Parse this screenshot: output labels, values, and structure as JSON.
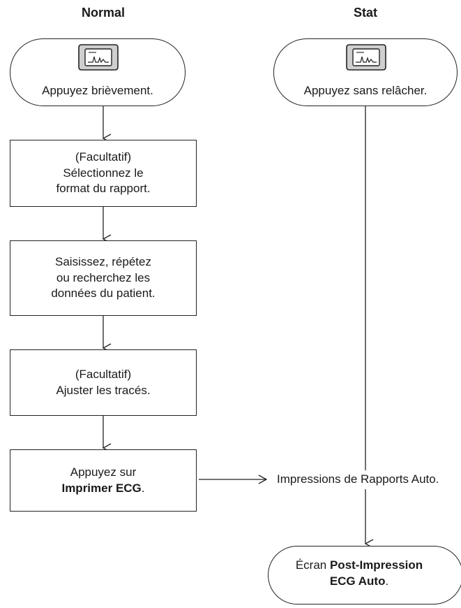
{
  "columns": {
    "normal": {
      "title": "Normal"
    },
    "stat": {
      "title": "Stat"
    }
  },
  "normal_start": {
    "icon": "ecg-key-icon",
    "text": "Appuyez brièvement."
  },
  "stat_start": {
    "icon": "ecg-key-icon",
    "text": "Appuyez sans relâcher."
  },
  "steps": [
    {
      "lines": [
        "(Facultatif)",
        "Sélectionnez le",
        "format du rapport."
      ]
    },
    {
      "lines": [
        "Saisissez, répétez",
        "ou recherchez les",
        "données du patient."
      ]
    },
    {
      "lines": [
        "(Facultatif)",
        "Ajuster les tracés."
      ]
    },
    {
      "line1": "Appuyez sur",
      "bold": "Imprimer ECG",
      "suffix": "."
    }
  ],
  "auto_print": {
    "text": "Impressions de Rapports Auto."
  },
  "end_screen": {
    "prefix": "Écran ",
    "bold1": "Post-Impression",
    "bold2": "ECG Auto",
    "suffix": "."
  },
  "colors": {
    "stroke": "#222222",
    "key_fill": "#cfcfcf",
    "key_screen": "#ffffff"
  }
}
